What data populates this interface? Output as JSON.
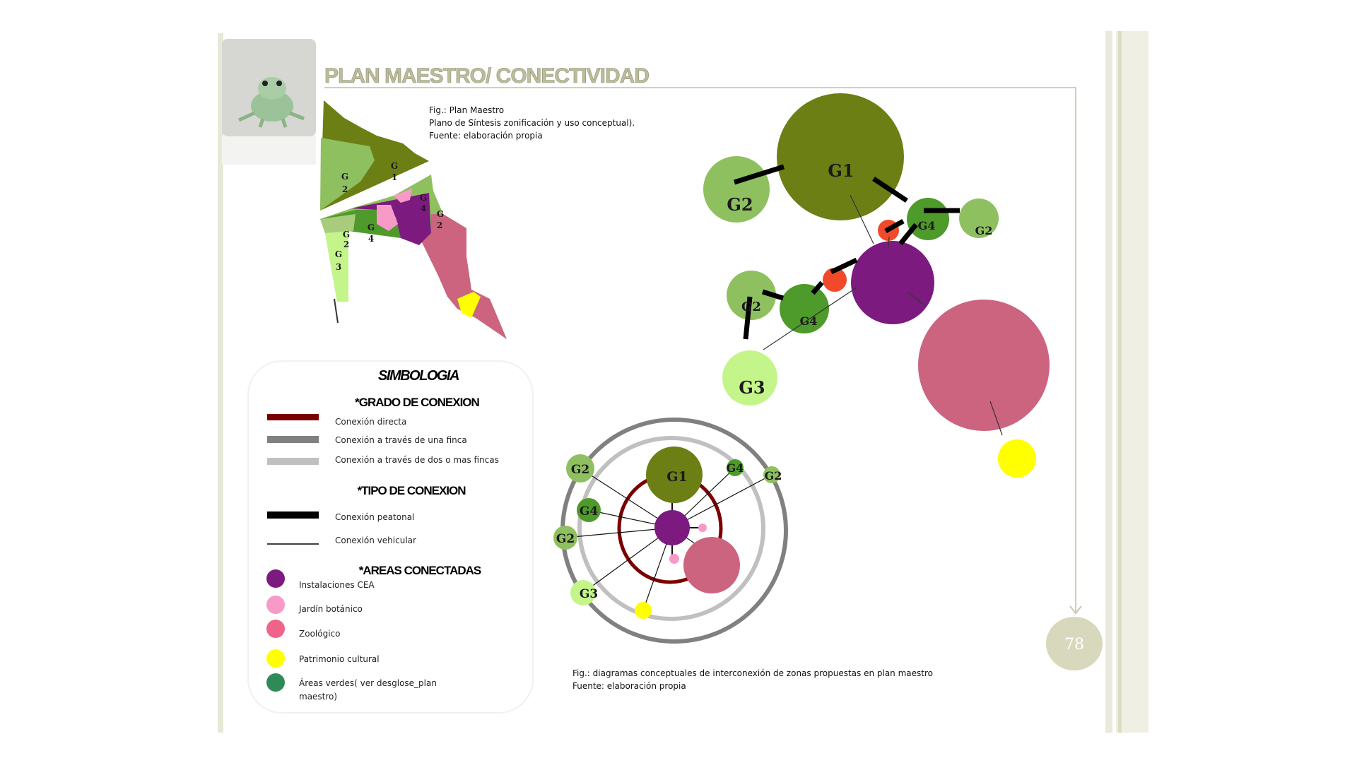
{
  "header": {
    "title": "PLAN MAESTRO/ CONECTIVIDAD",
    "page_number": "78"
  },
  "plan_caption": {
    "line1": "Fig.: Plan Maestro",
    "line2": "Plano de Síntesis zonificación y uso conceptual).",
    "line3": "Fuente: elaboración propia"
  },
  "plan_labels": {
    "g2a": [
      "G",
      "2"
    ],
    "g1": [
      "G",
      "1"
    ],
    "g4a": [
      "G",
      "4"
    ],
    "g2b": [
      "G",
      "2"
    ],
    "g4b": [
      "G",
      "4"
    ],
    "g2c": [
      "G",
      "2"
    ],
    "g3": [
      "G",
      "3"
    ]
  },
  "network": {
    "g1": "G1",
    "g2_left": "G2",
    "g4_top": "G4",
    "g2_right": "G2",
    "g2_mid": "G2",
    "g4_low": "G4",
    "g3": "G3"
  },
  "ring": {
    "g1": "G1",
    "g2_top": "G2",
    "g4_left": "G4",
    "g2_left": "G2",
    "g3": "G3",
    "g4_right": "G4",
    "g2_right": "G2"
  },
  "ring_caption": {
    "line1": "Fig.: diagramas conceptuales de interconexión de zonas propuestas en plan maestro",
    "line2": "Fuente: elaboración propia"
  },
  "legend": {
    "title": "SIMBOLOGIA",
    "grado_heading": "*GRADO DE CONEXION",
    "grado": [
      "Conexión directa",
      "Conexión a través de una finca",
      "Conexión  a través de dos o mas fincas"
    ],
    "tipo_heading": "*TIPO DE CONEXION",
    "tipo": [
      "Conexión peatonal",
      "Conexión vehicular"
    ],
    "areas_heading": "*AREAS CONECTADAS",
    "areas": [
      "Instalaciones CEA",
      "Jardín botánico",
      "Zoológico",
      "Patrimonio cultural",
      "Áreas verdes( ver desglose_plan",
      "maestro)"
    ]
  },
  "colors": {
    "olive": "#6b7f14",
    "light_green": "#8fc060",
    "mid_green": "#4e9a2a",
    "pale_green": "#c4f58a",
    "purple": "#7d1a7f",
    "pink": "#f79ac8",
    "zoo": "#cc6480",
    "yellow": "#ffff00",
    "red": "#f04a2a",
    "teal_green": "#2e8b57",
    "dark_red": "#7a0000",
    "frame": "#d8d8bc"
  }
}
